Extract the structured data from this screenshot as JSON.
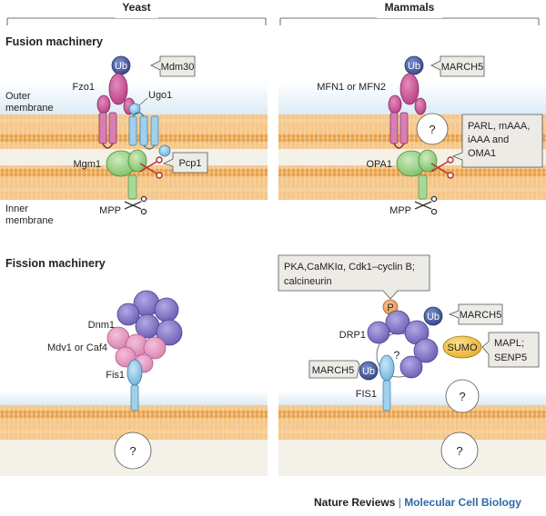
{
  "headers": {
    "yeast": "Yeast",
    "mammals": "Mammals"
  },
  "sections": {
    "fusion": "Fusion machinery",
    "fission": "Fission machinery"
  },
  "membranes": {
    "outer_line1": "Outer",
    "outer_line2": "membrane",
    "inner_line1": "Inner",
    "inner_line2": "membrane"
  },
  "yeast_fusion": {
    "ub": "Ub",
    "mdm30": "Mdm30",
    "fzo1": "Fzo1",
    "ugo1": "Ugo1",
    "mgm1": "Mgm1",
    "pcp1": "Pcp1",
    "mpp": "MPP"
  },
  "mammal_fusion": {
    "ub": "Ub",
    "march5": "MARCH5",
    "mfn": "MFN1 or MFN2",
    "unknown": "?",
    "proteases_line1": "PARL, mAAA,",
    "proteases_line2": "iAAA and",
    "proteases_line3": "OMA1",
    "opa1": "OPA1",
    "mpp": "MPP"
  },
  "yeast_fission": {
    "dnm1": "Dnm1",
    "mdv1": "Mdv1 or Caf4",
    "fis1": "Fis1",
    "unknown": "?"
  },
  "mammal_fission": {
    "kinases_line1": "PKA,CaMKIα, Cdk1–cyclin B;",
    "kinases_line2": "calcineurin",
    "p": "P",
    "ub_top": "Ub",
    "march5_top": "MARCH5",
    "drp1": "DRP1",
    "unknown_inner": "?",
    "sumo": "SUMO",
    "mapl_line1": "MAPL;",
    "mapl_line2": "SENP5",
    "march5_left": "MARCH5",
    "ub_left": "Ub",
    "unknown_right": "?",
    "fis1": "FIS1",
    "unknown_bottom": "?"
  },
  "credit": {
    "journal": "Nature Reviews",
    "separator": "|",
    "subject": "Molecular Cell Biology"
  },
  "colors": {
    "outer_membrane": "#e5f0f6",
    "membrane_band": "#f7c98a",
    "lipid_head": "#e8a14c",
    "pink": "#c94c92",
    "light_blue": "#8fc7e6",
    "green": "#9fd08a",
    "purple": "#7e6fc0",
    "dark_blue": "#4c5f9e",
    "sumo": "#f3c545",
    "phospho": "#f2a65a",
    "callout": "#ecebe6"
  }
}
